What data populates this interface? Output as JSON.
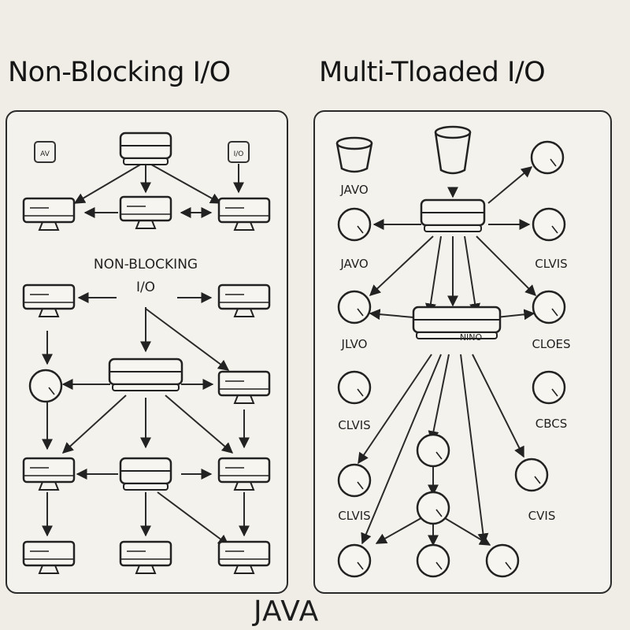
{
  "titles": {
    "left": "Non-Blocking I/O",
    "right": "Multi-Tloaded I/O"
  },
  "footer": "JAVA",
  "left_panel": {
    "center_label_line1": "NON-BLOCKING",
    "center_label_line2": "I/O",
    "small_box_left": "AV",
    "small_box_right": "I/O"
  },
  "right_panel": {
    "labels": [
      "JAVO",
      "JAVO",
      "JLVO",
      "CLVIS",
      "CLVIS",
      "CLVIS",
      "CLOES",
      "CBCS",
      "CVIS"
    ],
    "center_label": "NINO"
  }
}
